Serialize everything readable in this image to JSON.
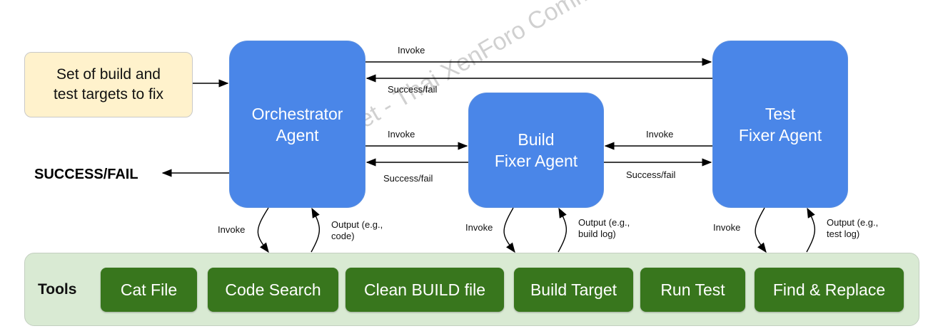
{
  "input_box": {
    "line1": "Set of build and",
    "line2": "test targets to fix"
  },
  "agents": {
    "orchestrator": {
      "line1": "Orchestrator",
      "line2": "Agent"
    },
    "build_fixer": {
      "line1": "Build",
      "line2": "Fixer Agent"
    },
    "test_fixer": {
      "line1": "Test",
      "line2": "Fixer Agent"
    }
  },
  "result_label": "SUCCESS/FAIL",
  "edge_labels": {
    "orch_to_test": "Invoke",
    "test_to_orch": "Success/fail",
    "orch_to_build": "Invoke",
    "build_to_orch": "Success/fail",
    "test_to_build": "Invoke",
    "build_to_test": "Success/fail",
    "orch_tool_invoke": "Invoke",
    "orch_tool_output1": "Output (e.g.,",
    "orch_tool_output2": "code)",
    "build_tool_invoke": "Invoke",
    "build_tool_output1": "Output (e.g.,",
    "build_tool_output2": "build log)",
    "test_tool_invoke": "Invoke",
    "test_tool_output1": "Output (e.g.,",
    "test_tool_output2": "test log)"
  },
  "tools": {
    "title": "Tools",
    "items": [
      "Cat File",
      "Code Search",
      "Clean BUILD file",
      "Build Target",
      "Run Test",
      "Find & Replace"
    ]
  },
  "watermark": "iCafeZone.Net - Thai XenForo Community",
  "colors": {
    "agent": "#4a86e8",
    "tool": "#38761d",
    "tools_panel": "#d9ead3",
    "input": "#fff2cc"
  }
}
